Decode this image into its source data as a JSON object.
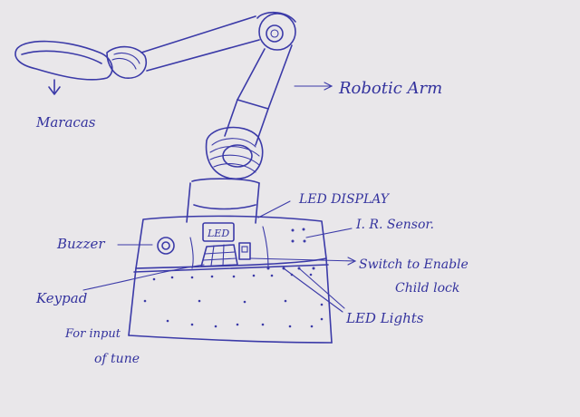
{
  "paper_color": "#e9e7ea",
  "ink_color": "#3b3aa8",
  "labels": {
    "maracas": "Maracas",
    "robotic_arm": "Robotic Arm",
    "led_display": "LED DISPLAY",
    "ir_sensor": "I. R. Sensor.",
    "buzzer": "Buzzer",
    "switch_line1": "Switch to Enable",
    "switch_line2": "Child lock",
    "keypad": "Keypad",
    "keypad_note1": "For input",
    "keypad_note2": "of tune",
    "led_lights": "LED Lights",
    "led_screen": "LED"
  }
}
